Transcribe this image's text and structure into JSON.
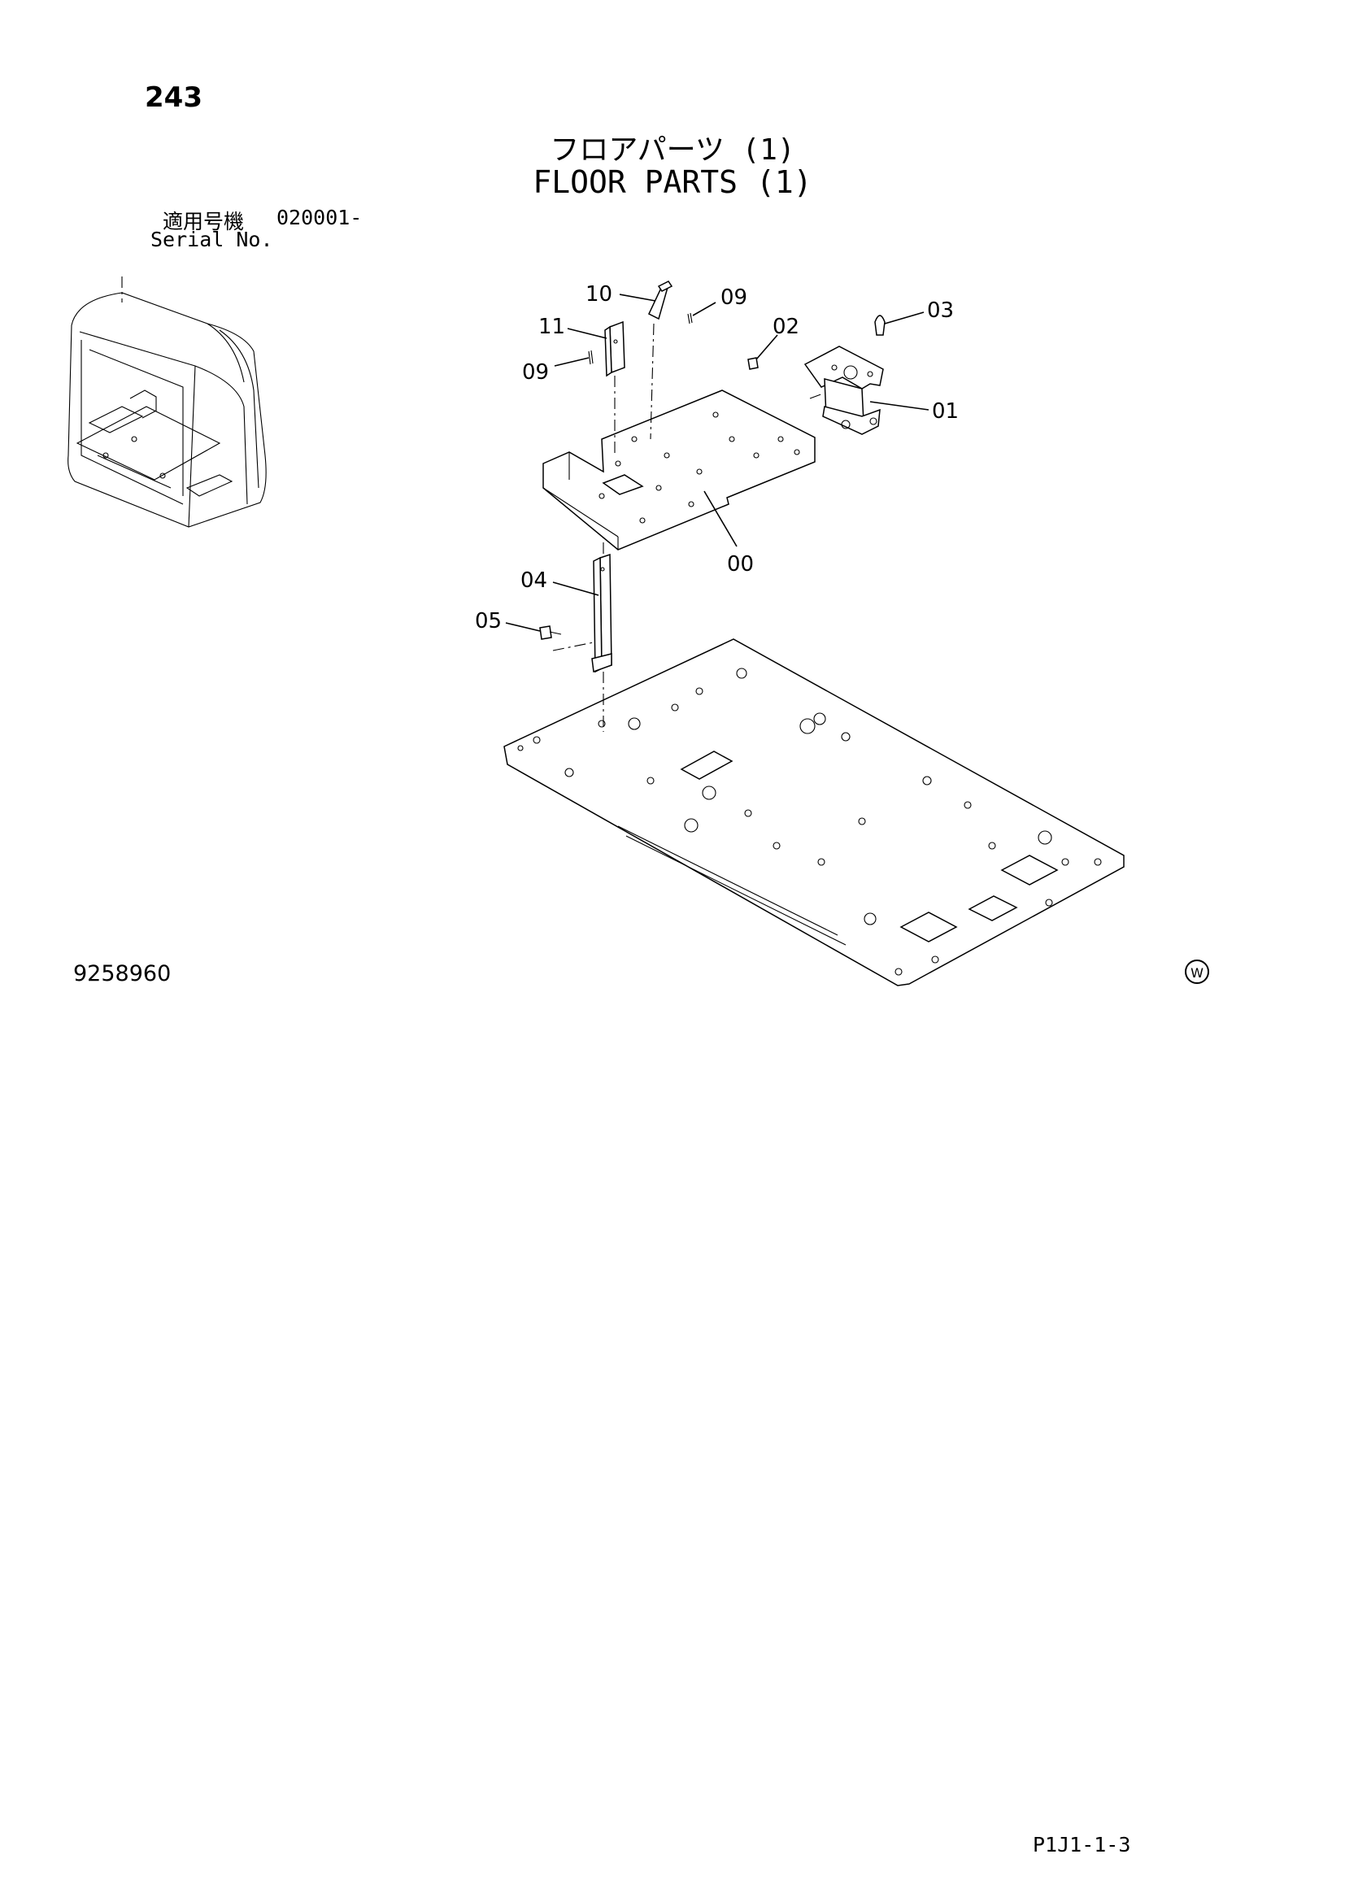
{
  "page": {
    "number": "243",
    "title_jp": "フロアパーツ (1)",
    "title_en": "FLOOR PARTS (1)",
    "serial_label_jp": "適用号機",
    "serial_value": "020001-",
    "serial_label_en": "Serial No.",
    "diagram_code": "9258960",
    "reference_mark": "W",
    "footer_code": "P1J1-1-3"
  },
  "callouts": [
    {
      "id": "10",
      "label": "10"
    },
    {
      "id": "09a",
      "label": "09"
    },
    {
      "id": "03",
      "label": "03"
    },
    {
      "id": "11",
      "label": "11"
    },
    {
      "id": "02",
      "label": "02"
    },
    {
      "id": "09b",
      "label": "09"
    },
    {
      "id": "01",
      "label": "01"
    },
    {
      "id": "00",
      "label": "00"
    },
    {
      "id": "04",
      "label": "04"
    },
    {
      "id": "05",
      "label": "05"
    }
  ]
}
